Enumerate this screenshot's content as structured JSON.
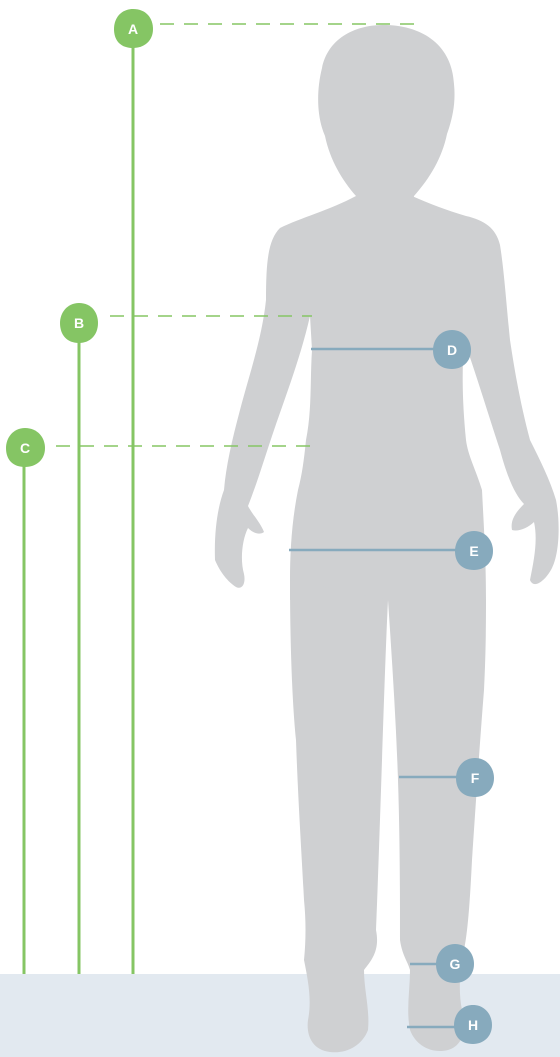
{
  "colors": {
    "background": "#ffffff",
    "floor": "#e2e9f0",
    "silhouette": "#cfd0d2",
    "height_marker": "#85c564",
    "girth_marker": "#87aabd",
    "marker_text": "#ffffff"
  },
  "height_markers": [
    {
      "id": "a",
      "label": "A"
    },
    {
      "id": "b",
      "label": "B"
    },
    {
      "id": "c",
      "label": "C"
    }
  ],
  "girth_markers": [
    {
      "id": "d",
      "label": "D"
    },
    {
      "id": "e",
      "label": "E"
    },
    {
      "id": "f",
      "label": "F"
    },
    {
      "id": "g",
      "label": "G"
    },
    {
      "id": "h",
      "label": "H"
    }
  ]
}
